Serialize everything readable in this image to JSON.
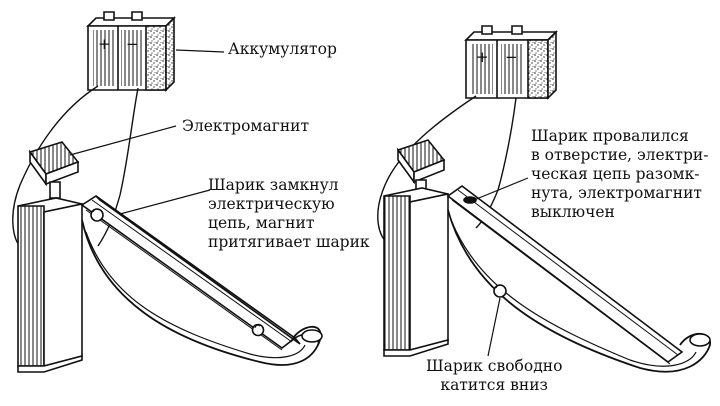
{
  "labels": {
    "battery": "Аккумулятор",
    "electromagnet": "Электромагнит",
    "ball_closed": [
      "Шарик замкнул",
      "электрическую",
      "цепь, магнит",
      "притягивает шарик"
    ],
    "ball_fell": [
      "Шарик провалился",
      "в отверстие, электри-",
      "ческая цепь разомк-",
      "нута, электромагнит",
      "выключен"
    ],
    "ball_rolling": [
      "Шарик свободно",
      "катится вниз"
    ]
  },
  "battery_terminals": {
    "plus": "+",
    "minus": "−"
  },
  "colors": {
    "ink": "#111111",
    "paper": "#ffffff"
  }
}
